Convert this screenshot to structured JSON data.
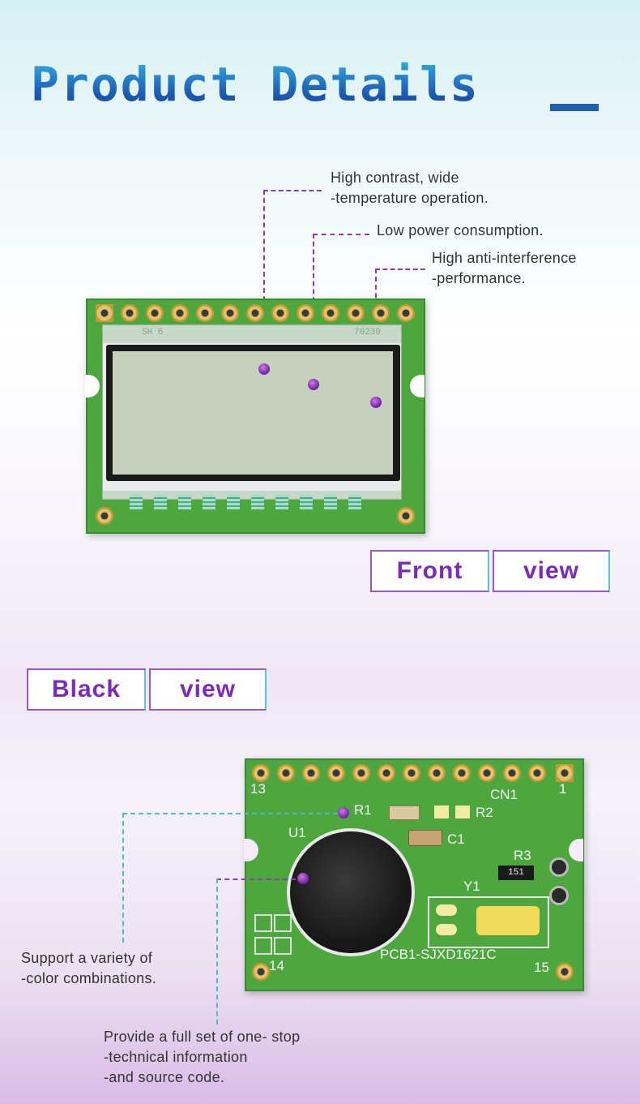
{
  "header": {
    "title": "Product Details"
  },
  "front": {
    "notes": [
      {
        "lines": [
          "High contrast, wide",
          "-temperature operation."
        ]
      },
      {
        "lines": [
          "Low power consumption."
        ]
      },
      {
        "lines": [
          "High anti-interference",
          "-performance."
        ]
      }
    ],
    "label": {
      "left": "Front",
      "right": "view"
    },
    "lcd_codes": {
      "left": "SH 6",
      "right": "70230"
    }
  },
  "back": {
    "label": {
      "left": "Black",
      "right": "view"
    },
    "notes": [
      {
        "lines": [
          "Support a variety of",
          "-color combinations."
        ]
      },
      {
        "lines": [
          "Provide a full set of one- stop",
          "-technical information",
          "-and source code."
        ]
      }
    ],
    "silkscreen": {
      "pin13": "13",
      "pin1": "1",
      "pin14": "14",
      "pin15": "15",
      "r1": "R1",
      "r2": "R2",
      "r3": "R3",
      "c1": "C1",
      "u1": "U1",
      "y1": "Y1",
      "cn1": "CN1",
      "part": "PCB1-SJXD1621C",
      "resistor_code": "151"
    }
  },
  "colors": {
    "title": "#1f64b8",
    "accent": "#8a3db5",
    "label_text": "#7d2bb4",
    "pcb": "#4da63e"
  }
}
